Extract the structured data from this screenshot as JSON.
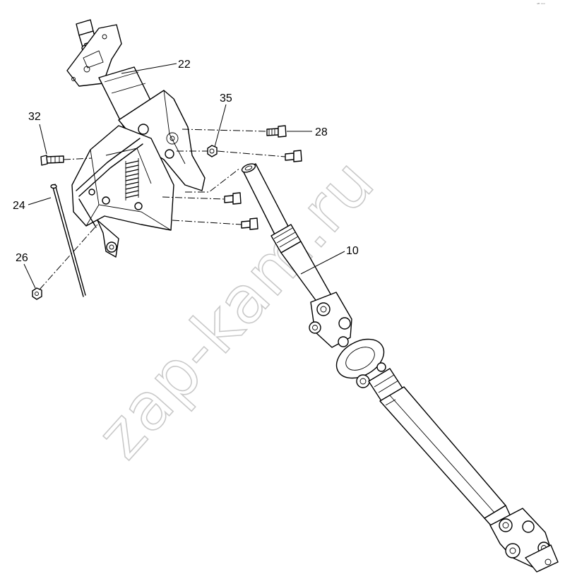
{
  "diagram": {
    "watermark": "zap-kam.ru",
    "corner_mark": "ᵃᴮ ᵒᵒᵒ",
    "callouts": [
      {
        "id": "22",
        "label": "22"
      },
      {
        "id": "35",
        "label": "35"
      },
      {
        "id": "28",
        "label": "28"
      },
      {
        "id": "32",
        "label": "32"
      },
      {
        "id": "24",
        "label": "24"
      },
      {
        "id": "26",
        "label": "26"
      },
      {
        "id": "10",
        "label": "10"
      }
    ]
  }
}
